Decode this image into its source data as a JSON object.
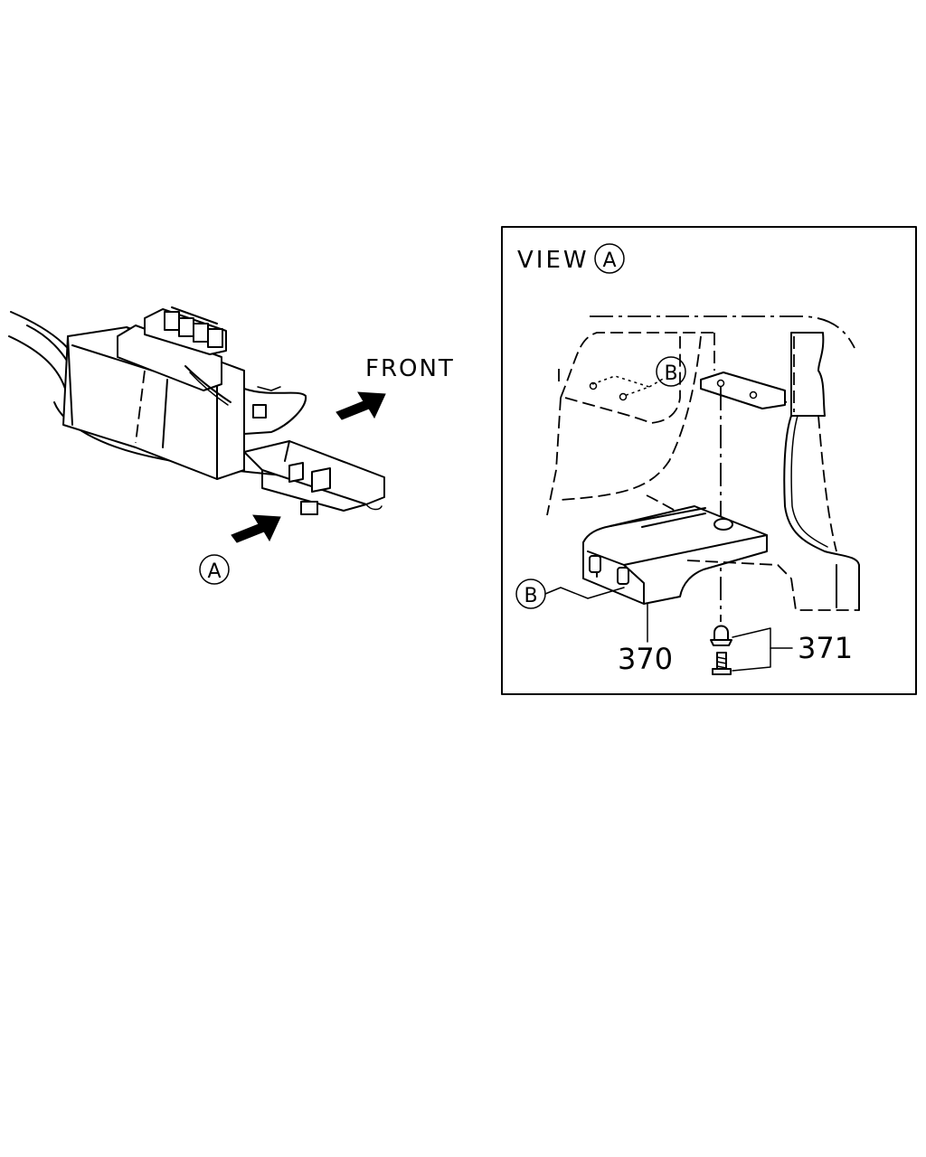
{
  "labels": {
    "front": "FRONT",
    "callout_a_main": "A",
    "view_prefix": "VIEW",
    "view_letter": "A",
    "callout_b_top": "B",
    "callout_b_left": "B",
    "part_370": "370",
    "part_371": "371"
  }
}
